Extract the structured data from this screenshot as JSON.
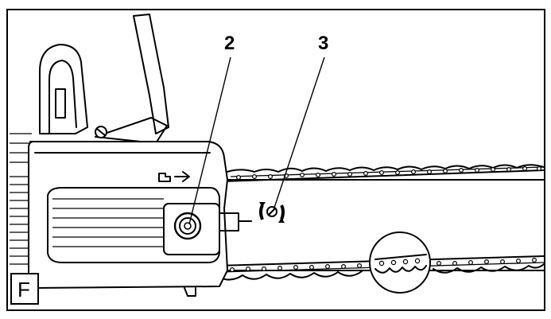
{
  "figure": {
    "callouts": [
      {
        "id": "2",
        "label": "2"
      },
      {
        "id": "3",
        "label": "3"
      }
    ],
    "panel_label": "F",
    "icons": [
      "chain-direction-icon",
      "tension-rotate-icon"
    ],
    "colors": {
      "line": "#000000",
      "background": "#ffffff"
    }
  }
}
